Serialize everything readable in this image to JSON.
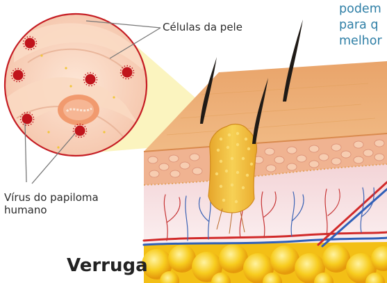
{
  "title": "Verruga",
  "labels": {
    "skin_cells": "Células da pele",
    "virus": "Vírus do papiloma humano"
  },
  "intro_text_fragments": [
    "podem",
    "para q",
    "melhor"
  ],
  "colors": {
    "intro_text": "#2f7fa6",
    "skin_surface": "#e9a96f",
    "epidermis": "#f2b896",
    "dermis": "#f6dfe0",
    "fat": "#f5c518",
    "wart": "#f0c040",
    "virus": "#c0141c",
    "magnifier_cone": "#fbf3b8"
  }
}
